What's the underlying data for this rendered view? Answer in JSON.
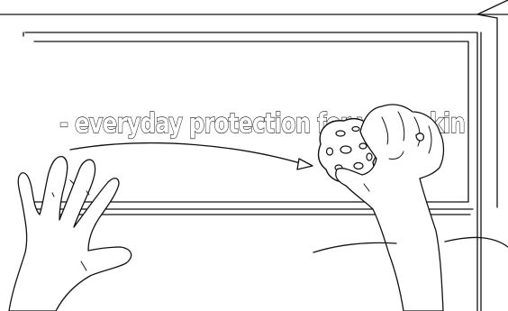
{
  "illustration": {
    "decal_text": "- everyday protection for your skin",
    "line_color": "#111111",
    "background_color": "#ffffff",
    "subjects": [
      "left-hand",
      "right-hand",
      "sponge",
      "wiping-arrow",
      "window-frame"
    ]
  }
}
